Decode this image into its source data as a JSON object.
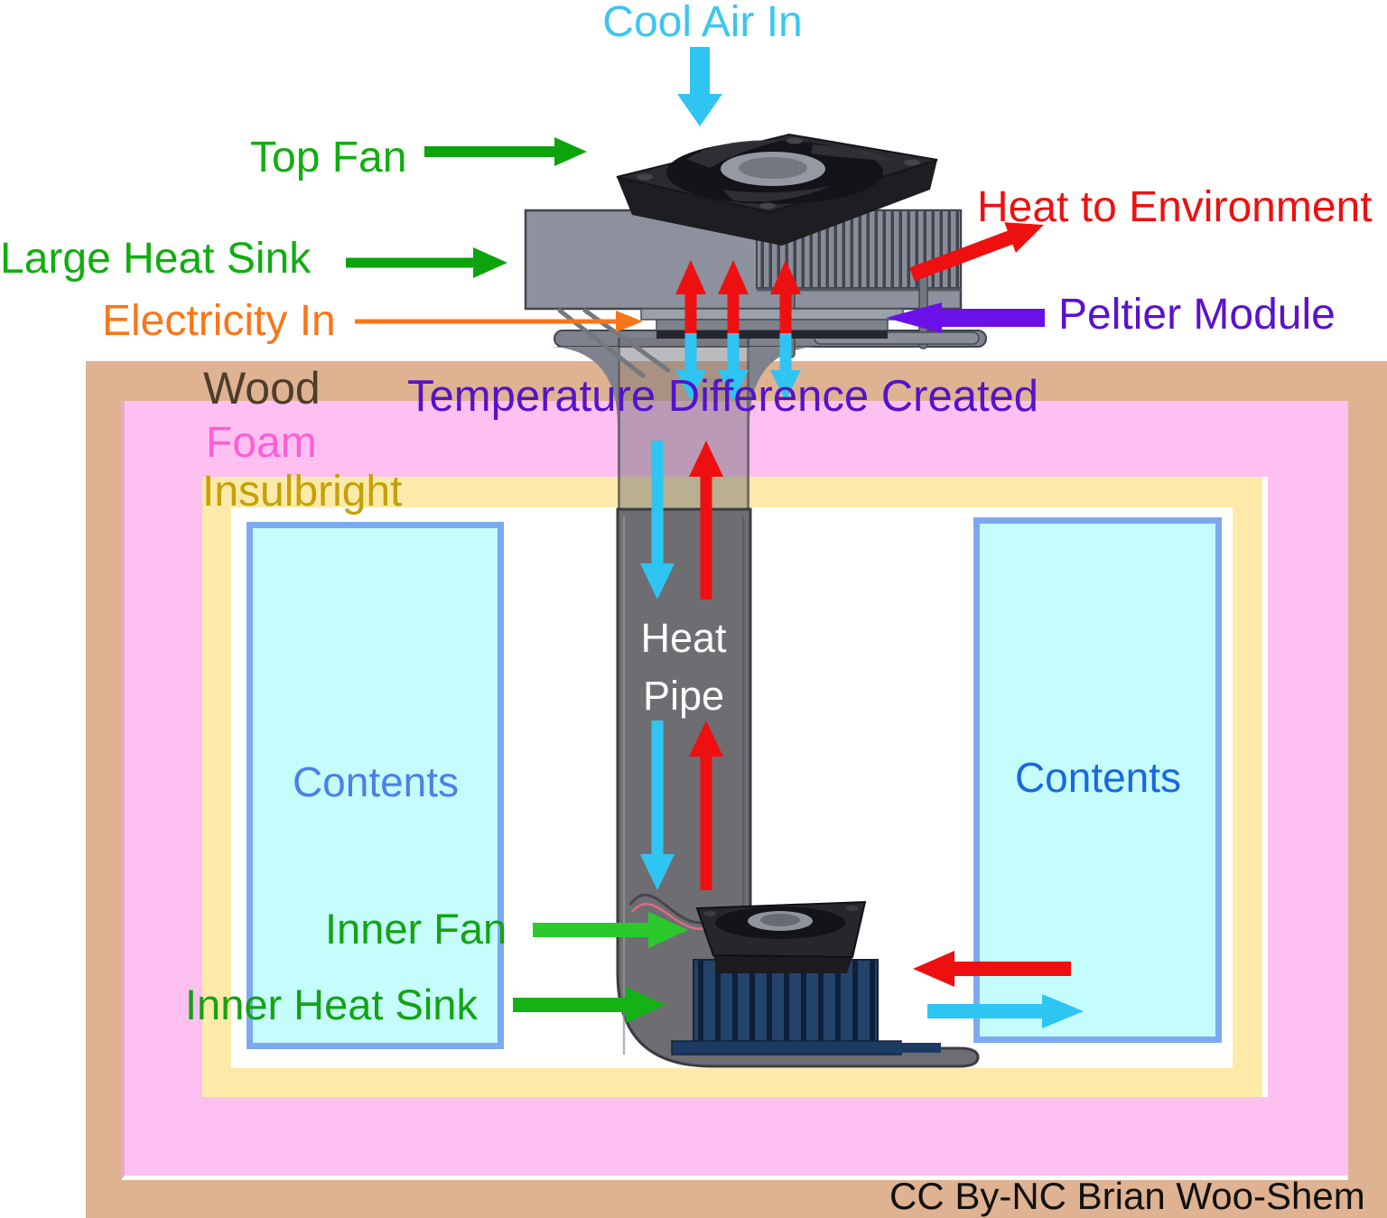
{
  "diagram": {
    "labels": {
      "cool_air_in": "Cool Air In",
      "top_fan": "Top Fan",
      "large_heat_sink": "Large Heat Sink",
      "electricity_in": "Electricity In",
      "heat_to_environment": "Heat to Environment",
      "peltier_module": "Peltier Module",
      "temperature_difference": "Temperature Difference Created",
      "wood": "Wood",
      "foam": "Foam",
      "insulbright": "Insulbright",
      "heat_pipe_line1": "Heat",
      "heat_pipe_line2": "Pipe",
      "contents_left": "Contents",
      "contents_right": "Contents",
      "inner_fan": "Inner Fan",
      "inner_heat_sink": "Inner Heat Sink",
      "credit": "CC By-NC Brian Woo-Shem"
    },
    "colors": {
      "cool_air_text": "#3bc6f2",
      "cold_arrow": "#2fc5f2",
      "hot_arrow": "#ee1010",
      "green_label": "#0fae0f",
      "green_arrow": "#0da30d",
      "inner_fan_arrow": "#2cc92c",
      "inner_sink_arrow": "#14b214",
      "electricity_orange": "#f8761a",
      "purple_label": "#5a11d0",
      "purple_arrow": "#6b10e8",
      "temp_diff_label": "#5513c9",
      "wood_band": "#dfb292",
      "wood_label": "#4e3d2a",
      "foam_band": "#fec0f0",
      "foam_label": "#fb5fd5",
      "insulbright_band": "#feeaa8",
      "insulbright_label": "#c5a008",
      "contents_fill": "#c5fdfd",
      "contents_border": "#7da9f0",
      "contents_left_label": "#4a80e8",
      "contents_right_label": "#1a67e0",
      "heat_pipe_gray": "#6e6e72",
      "inner_sink_navy": "#1d3b62",
      "heat_sink_gray": "#8d919d",
      "heat_pipe_label": "#ffffff",
      "credit_label": "#111111"
    },
    "arrows": {
      "cool_air_down": {
        "color": "#2fc5f2",
        "direction": "down"
      },
      "top_fan_pointer": {
        "color": "#0da30d",
        "direction": "right"
      },
      "large_heat_sink_pointer": {
        "color": "#0da30d",
        "direction": "right"
      },
      "electricity_pointer": {
        "color": "#f8761a",
        "direction": "right"
      },
      "heat_to_environment_flow": {
        "color": "#ee1010",
        "direction": "up-right"
      },
      "peltier_pointer": {
        "color": "#6b10e8",
        "direction": "left"
      },
      "peltier_hot_flow_x3": {
        "color": "#ee1010",
        "direction": "up"
      },
      "peltier_cold_flow_x3": {
        "color": "#2fc5f2",
        "direction": "down"
      },
      "pipe_cold_flow_x2": {
        "color": "#2fc5f2",
        "direction": "down"
      },
      "pipe_hot_flow_x2": {
        "color": "#ee1010",
        "direction": "up"
      },
      "inner_fan_pointer": {
        "color": "#2cc92c",
        "direction": "right"
      },
      "inner_heat_sink_pointer": {
        "color": "#14b214",
        "direction": "right"
      },
      "contents_hot_flow": {
        "color": "#ee1010",
        "direction": "left"
      },
      "contents_cold_flow": {
        "color": "#2fc5f2",
        "direction": "right"
      }
    }
  }
}
